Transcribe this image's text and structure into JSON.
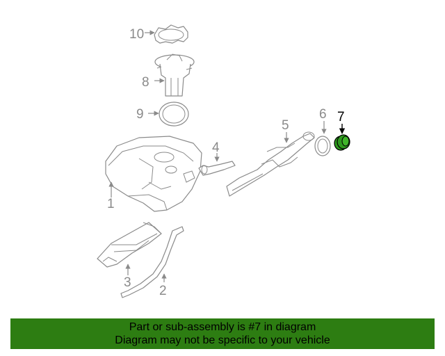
{
  "callouts": {
    "c1": "1",
    "c2": "2",
    "c3": "3",
    "c4": "4",
    "c5": "5",
    "c6": "6",
    "c7": "7",
    "c8": "8",
    "c9": "9",
    "c10": "10"
  },
  "highlighted_part": "7",
  "colors": {
    "line_art": "#8a8a8a",
    "highlight_fill": "#2e9a1e",
    "banner_bg": "#2d7d12",
    "banner_text": "#000000"
  },
  "banner": {
    "line1": "Part or sub-assembly is #7 in diagram",
    "line2": "Diagram may not be specific to your vehicle"
  }
}
